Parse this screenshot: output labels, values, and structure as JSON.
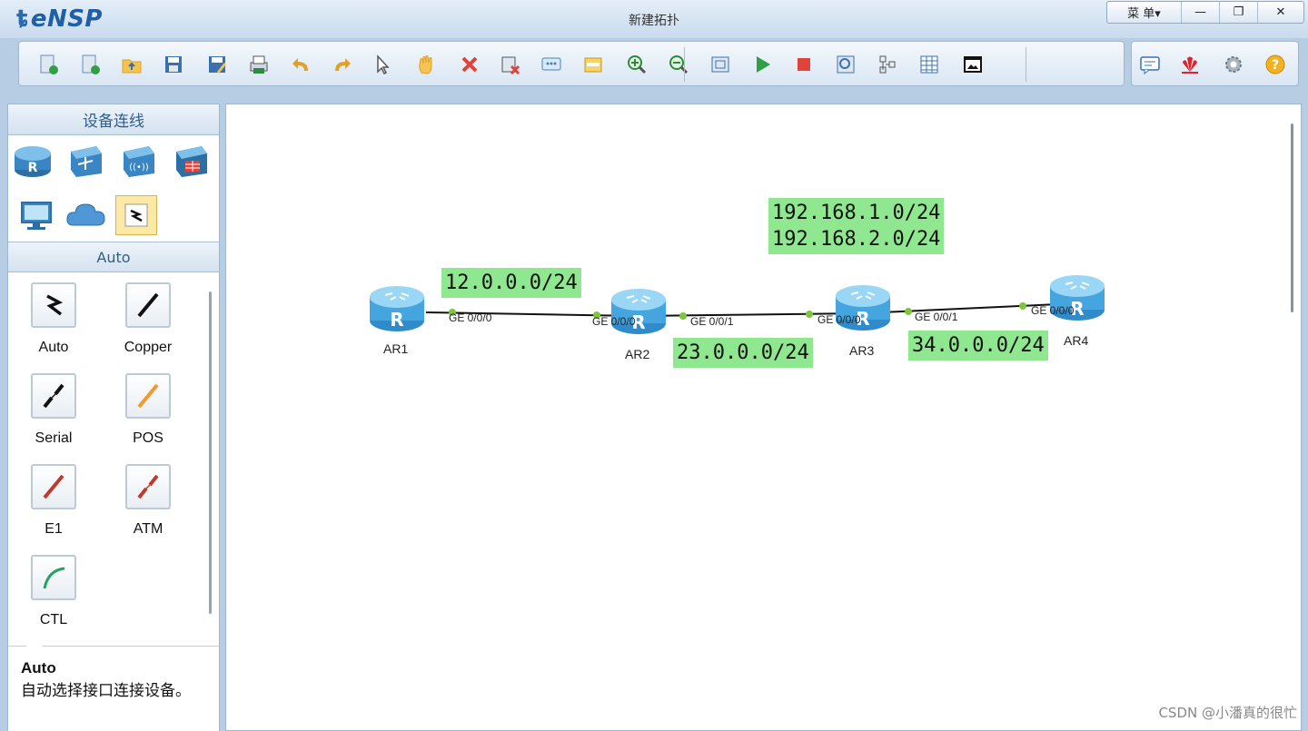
{
  "app": {
    "logo": "eNSP",
    "title": "新建拓扑",
    "menu_label": "菜 单▾",
    "minimize": "—",
    "maximize": "❐",
    "close": "✕"
  },
  "toolbar": {
    "tools": [
      {
        "name": "new-topology-icon"
      },
      {
        "name": "new-example-icon"
      },
      {
        "name": "open-icon"
      },
      {
        "name": "save-icon"
      },
      {
        "name": "save-as-icon"
      },
      {
        "name": "print-icon"
      },
      {
        "name": "undo-icon"
      },
      {
        "name": "redo-icon"
      },
      {
        "name": "select-pointer-icon"
      },
      {
        "name": "pan-hand-icon"
      },
      {
        "name": "delete-icon"
      },
      {
        "name": "delete-link-icon"
      },
      {
        "name": "add-text-icon"
      },
      {
        "name": "add-shape-icon"
      },
      {
        "name": "zoom-in-icon"
      },
      {
        "name": "zoom-out-icon"
      },
      {
        "name": "fit-view-icon"
      },
      {
        "name": "start-device-icon"
      },
      {
        "name": "stop-device-icon"
      },
      {
        "name": "capture-icon"
      },
      {
        "name": "topology-icon"
      },
      {
        "name": "grid-icon"
      },
      {
        "name": "cli-icon"
      }
    ],
    "right_tools": [
      {
        "name": "chat-icon"
      },
      {
        "name": "huawei-icon"
      },
      {
        "name": "settings-gear-icon"
      },
      {
        "name": "help-icon"
      }
    ]
  },
  "left_panel": {
    "header": "设备连线",
    "categories": [
      "router-category-icon",
      "switch-category-icon",
      "wireless-category-icon",
      "firewall-category-icon",
      "pc-category-icon",
      "cloud-category-icon",
      "connection-category-icon"
    ],
    "sub_header": "Auto",
    "links": [
      {
        "label": "Auto",
        "color": "#111111"
      },
      {
        "label": "Copper",
        "color": "#111111"
      },
      {
        "label": "Serial",
        "color": "#111111"
      },
      {
        "label": "POS",
        "color": "#f39a2c"
      },
      {
        "label": "E1",
        "color": "#c0392b"
      },
      {
        "label": "ATM",
        "color": "#c0392b"
      },
      {
        "label": "CTL",
        "color": "#27a060"
      }
    ],
    "tip": {
      "title": "Auto",
      "text": "自动选择接口连接设备。"
    }
  },
  "topology": {
    "routers": [
      "AR1",
      "AR2",
      "AR3",
      "AR4"
    ],
    "ports": [
      "GE 0/0/0",
      "GE 0/0/0",
      "GE 0/0/1",
      "GE 0/0/0",
      "GE 0/0/1",
      "GE 0/0/0"
    ],
    "labels": [
      "12.0.0.0/24",
      "23.0.0.0/24",
      "34.0.0.0/24",
      "192.168.1.0/24",
      "192.168.2.0/24"
    ],
    "colors": {
      "label_bg": "#8fe88f",
      "port_dot": "#7cc63a",
      "router": "#4fb3e3"
    }
  },
  "watermark": "CSDN @小潘真的很忙"
}
